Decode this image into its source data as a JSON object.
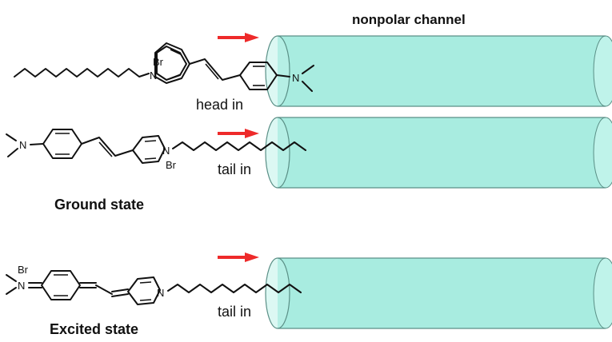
{
  "title": "nonpolar channel",
  "colors": {
    "channel_fill": "#a8ece0",
    "channel_edge": "#5a8f86",
    "arrow": "#ee2a2a"
  },
  "rows": [
    {
      "id": "row1",
      "caption": "head in",
      "ammonium_label": "N",
      "pyridinium_label": "N",
      "counterion": "Br"
    },
    {
      "id": "row2",
      "caption": "tail in",
      "ammonium_label": "N",
      "pyridinium_label": "N",
      "counterion": "Br"
    },
    {
      "id": "row3",
      "caption": "tail in",
      "ammonium_label": "N",
      "pyridinium_label": "N",
      "counterion": "Br"
    }
  ],
  "states": {
    "ground": "Ground state",
    "excited": "Excited state"
  }
}
